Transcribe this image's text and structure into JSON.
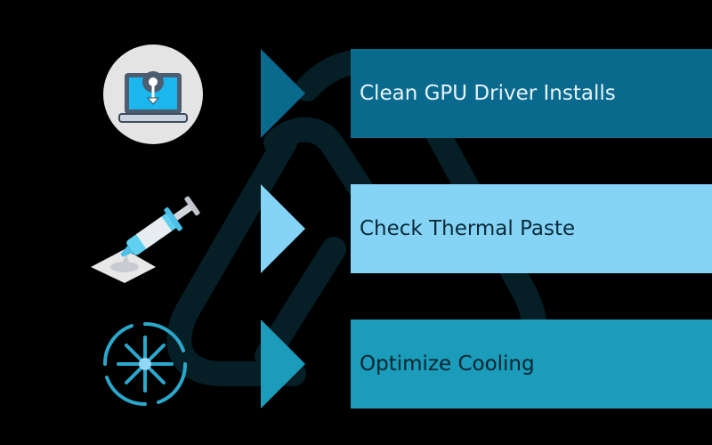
{
  "steps": [
    {
      "label": "Clean GPU Driver Installs",
      "color": "#0a6a8e",
      "text_color": "#e6f4fa",
      "icon": "laptop-gear-download-icon"
    },
    {
      "label": "Check Thermal Paste",
      "color": "#85d4f6",
      "text_color": "#0a2a38",
      "icon": "thermal-paste-syringe-icon"
    },
    {
      "label": "Optimize Cooling",
      "color": "#1b9cba",
      "text_color": "#062530",
      "icon": "snowflake-cycle-icon"
    }
  ]
}
